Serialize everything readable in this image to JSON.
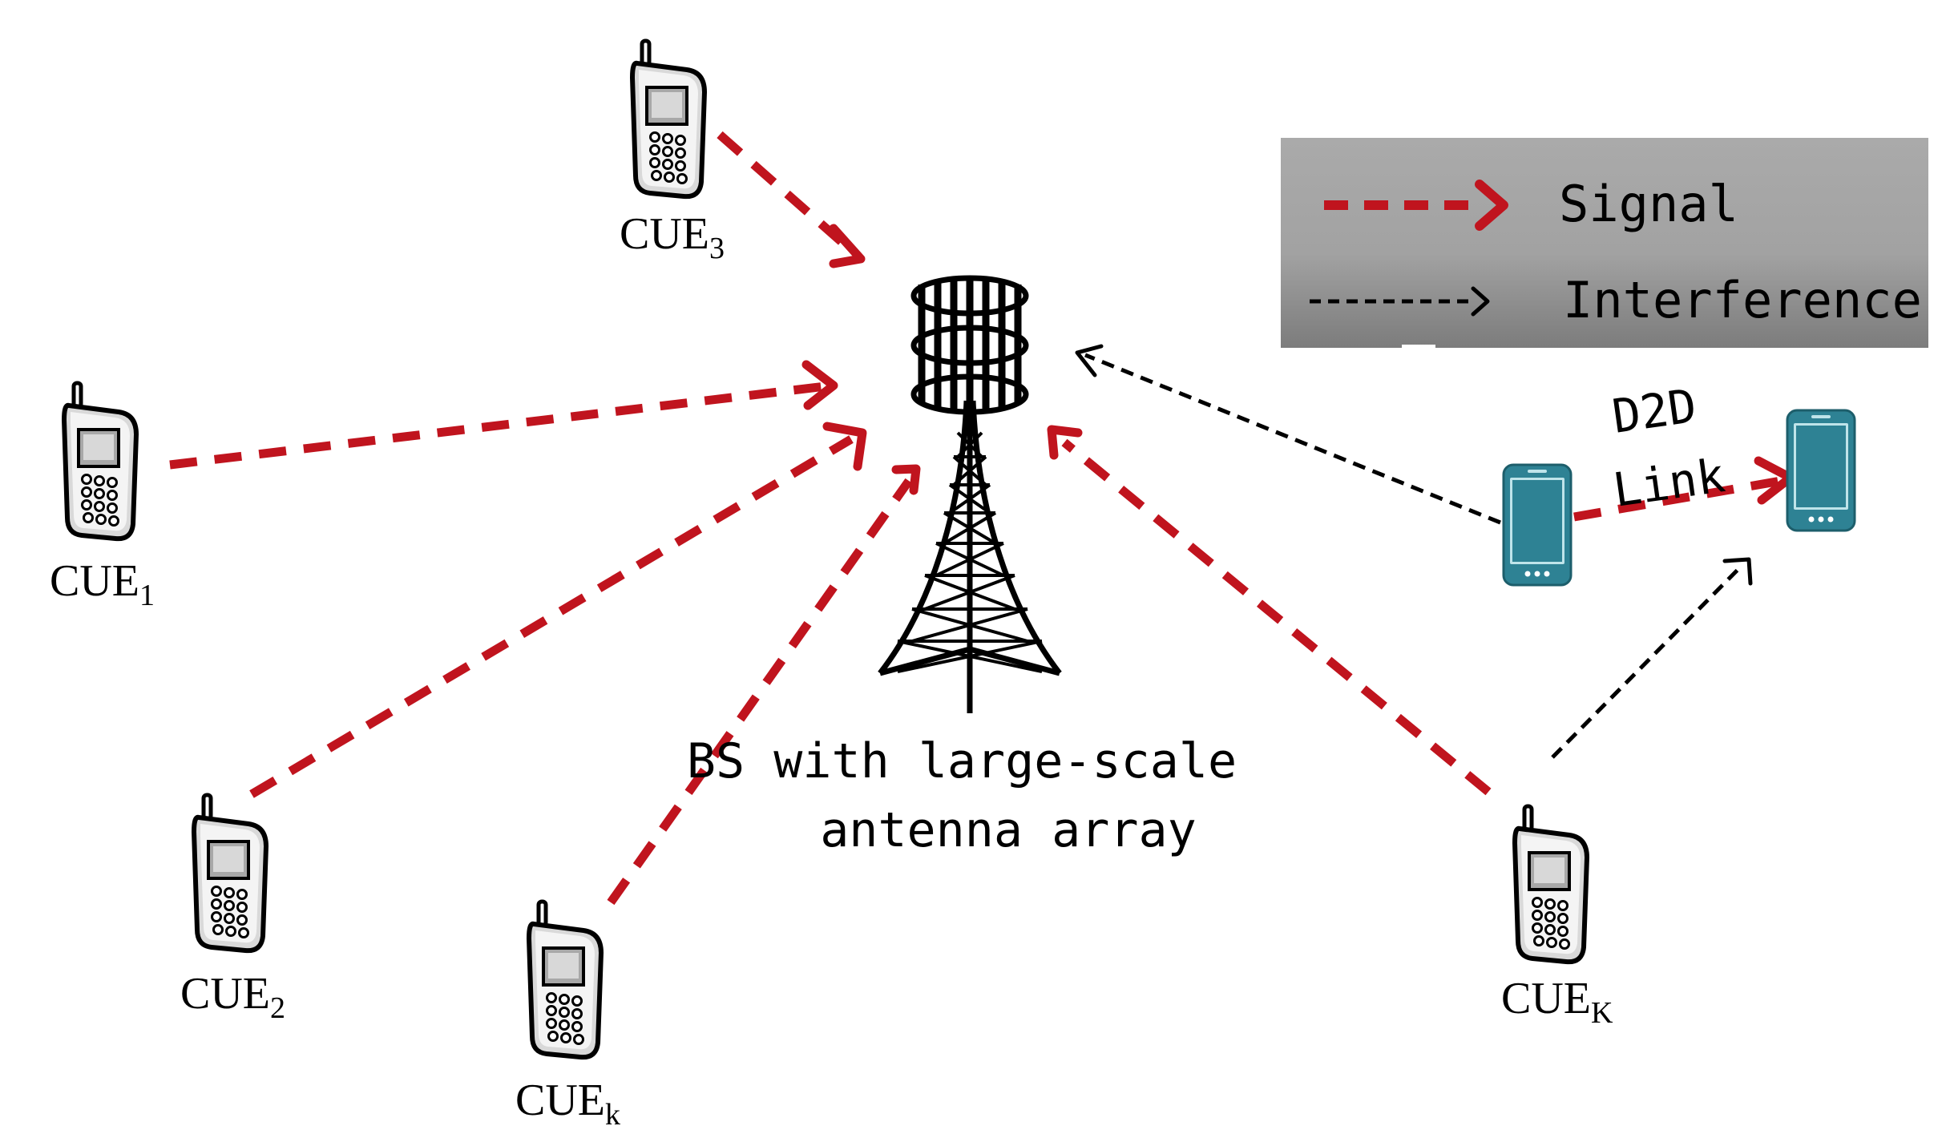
{
  "colors": {
    "signal": "#c0141e",
    "interference": "#000000",
    "smartphone": "#2e8294",
    "legend_top": "#a9a9a9",
    "legend_bottom": "#7f7f7f"
  },
  "legend": {
    "signal_label": "Signal",
    "interference_label": "Interference"
  },
  "base_station": {
    "label_line1": "BS with large-scale",
    "label_line2": "antenna array"
  },
  "d2d": {
    "label_line1": "D2D",
    "label_line2": "Link"
  },
  "cues": [
    {
      "id": "cue3",
      "base": "CUE",
      "sub": "3"
    },
    {
      "id": "cue1",
      "base": "CUE",
      "sub": "1"
    },
    {
      "id": "cue2",
      "base": "CUE",
      "sub": "2"
    },
    {
      "id": "cuek-small",
      "base": "CUE",
      "sub": "k"
    },
    {
      "id": "cuek-large",
      "base": "CUE",
      "sub": "K"
    }
  ]
}
